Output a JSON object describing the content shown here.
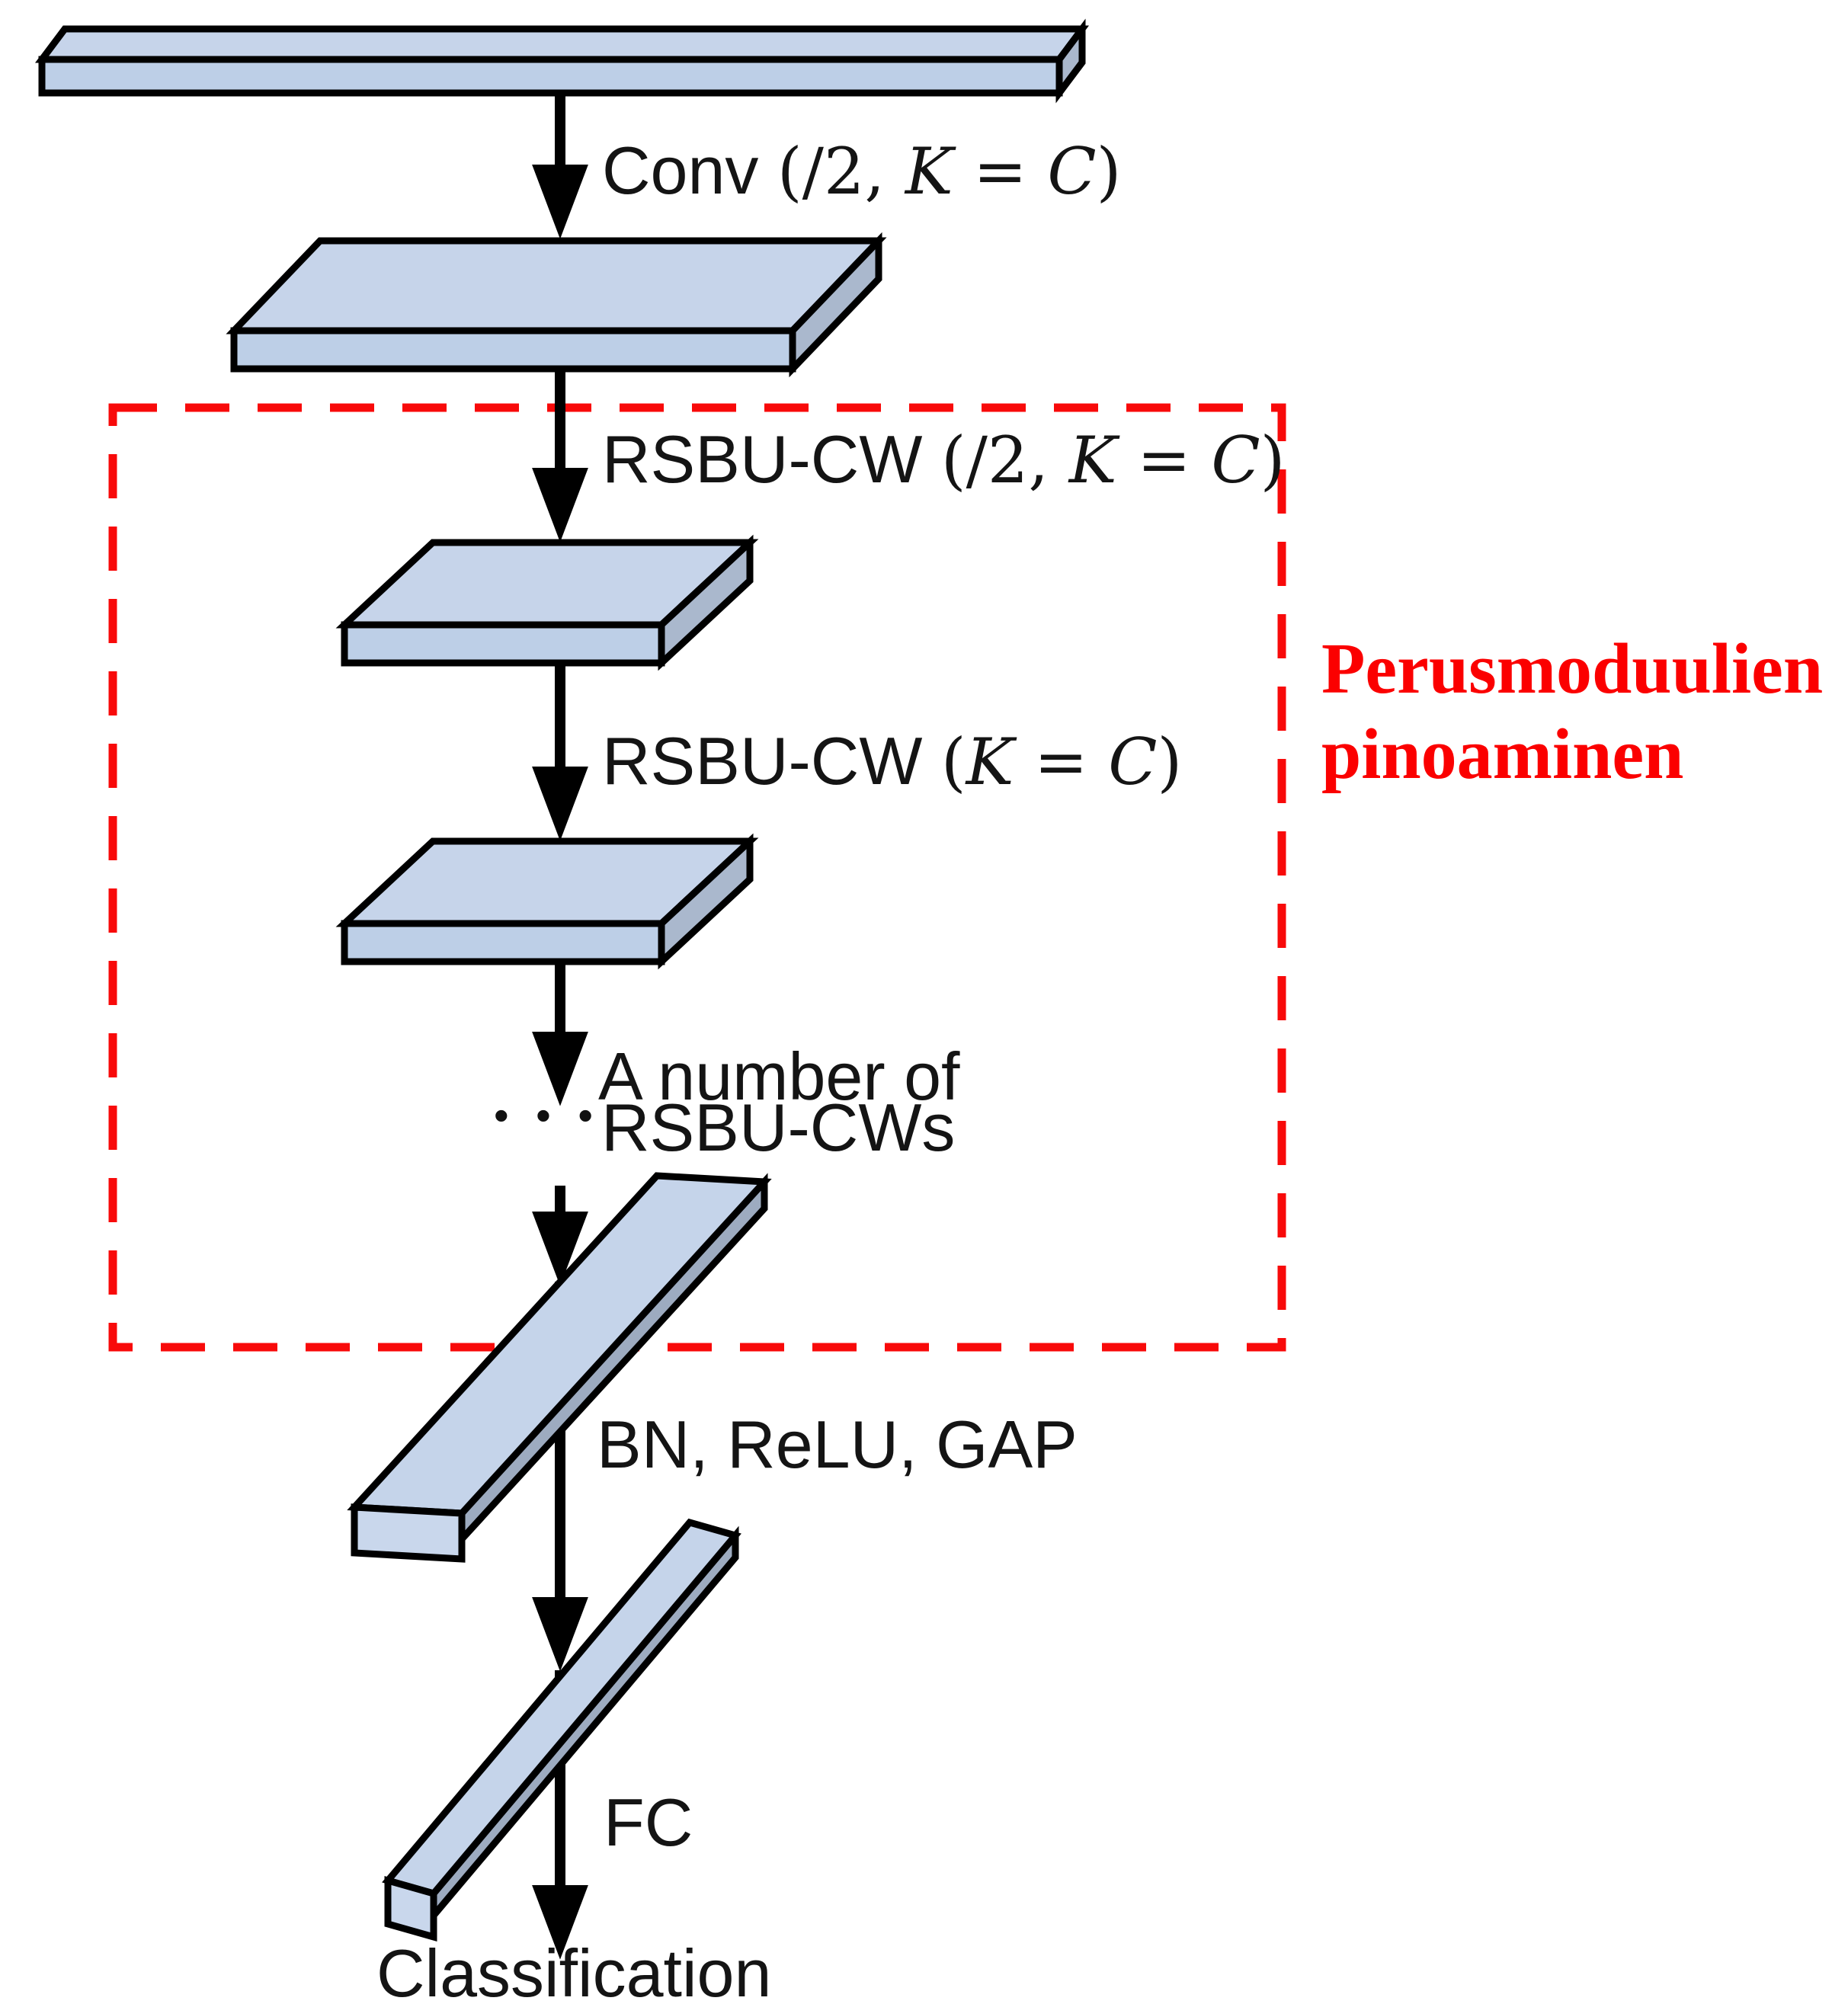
{
  "note": {
    "line1": "Perusmoduulien",
    "line2": "pinoaminen",
    "color": "#fb0000"
  },
  "labels": {
    "conv": {
      "name": "Conv ",
      "open": "(/2, ",
      "k": "K",
      "eq": " = ",
      "c": "C",
      "close": ")"
    },
    "rsbu_half": {
      "name": "RSBU-CW ",
      "open": "(/2, ",
      "k": "K",
      "eq": " = ",
      "c": "C",
      "close": ")"
    },
    "rsbu": {
      "name": "RSBU-CW ",
      "open": "(",
      "k": "K",
      "eq": " = ",
      "c": "C",
      "close": ")"
    },
    "stack_line1": "A number of",
    "stack_line2": "RSBU-CWs",
    "ellipsis": "• • •",
    "bn_relu_gap": "BN, ReLU, GAP",
    "fc": "FC",
    "classification": "Classification"
  },
  "colors": {
    "slab_top": "#c6d4ea",
    "slab_front": "#bdcfe7",
    "slab_side": "#aab8cd",
    "beam_face": "#c5d4ea",
    "beam_side": "#9dabc0",
    "beam_cap": "#c9d7ec",
    "outline": "#000000",
    "arrow": "#000000",
    "box_red": "#f80a0a",
    "label_text": "#141414"
  }
}
